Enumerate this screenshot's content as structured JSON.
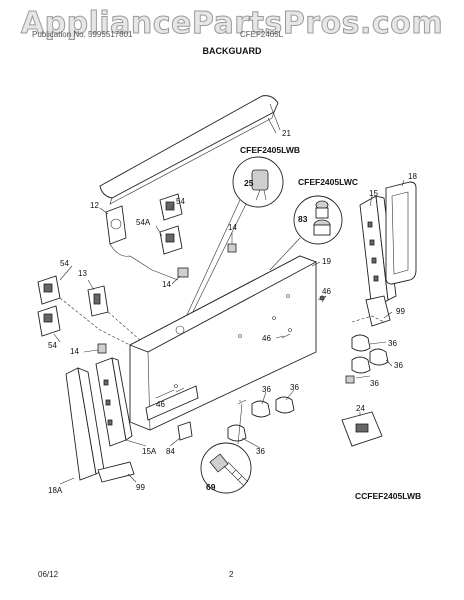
{
  "watermark": "AppliancePartsPros.com",
  "header": {
    "left_text": "Publication No. 5995517801",
    "right_text": "CFEF2405L",
    "section_title": "BACKGUARD"
  },
  "callouts": {
    "model_a": "CFEF2405LWB",
    "model_b": "CFEF2405LWC",
    "model_diagram": "CCFEF2405LWB"
  },
  "part_labels": {
    "p21": "21",
    "p25": "25",
    "p83": "83",
    "p15": "15",
    "p18": "18",
    "p12": "12",
    "p54_top": "54",
    "p54a": "54A",
    "p14_top": "14",
    "p19": "19",
    "p54_left": "54",
    "p13": "13",
    "p14_mid": "14",
    "p46_right": "46",
    "p99_right": "99",
    "p54_bottom": "54",
    "p14_left": "14",
    "p46_center": "46",
    "p36_a": "36",
    "p36_b": "36",
    "p36_c": "36",
    "p36_d": "36",
    "p36_e": "36",
    "p36_f": "36",
    "p46_low": "46",
    "p24": "24",
    "p18a": "18A",
    "p15a": "15A",
    "p84": "84",
    "p69": "69",
    "p99_left": "99"
  },
  "footer": {
    "date": "06/12",
    "page": "2"
  }
}
